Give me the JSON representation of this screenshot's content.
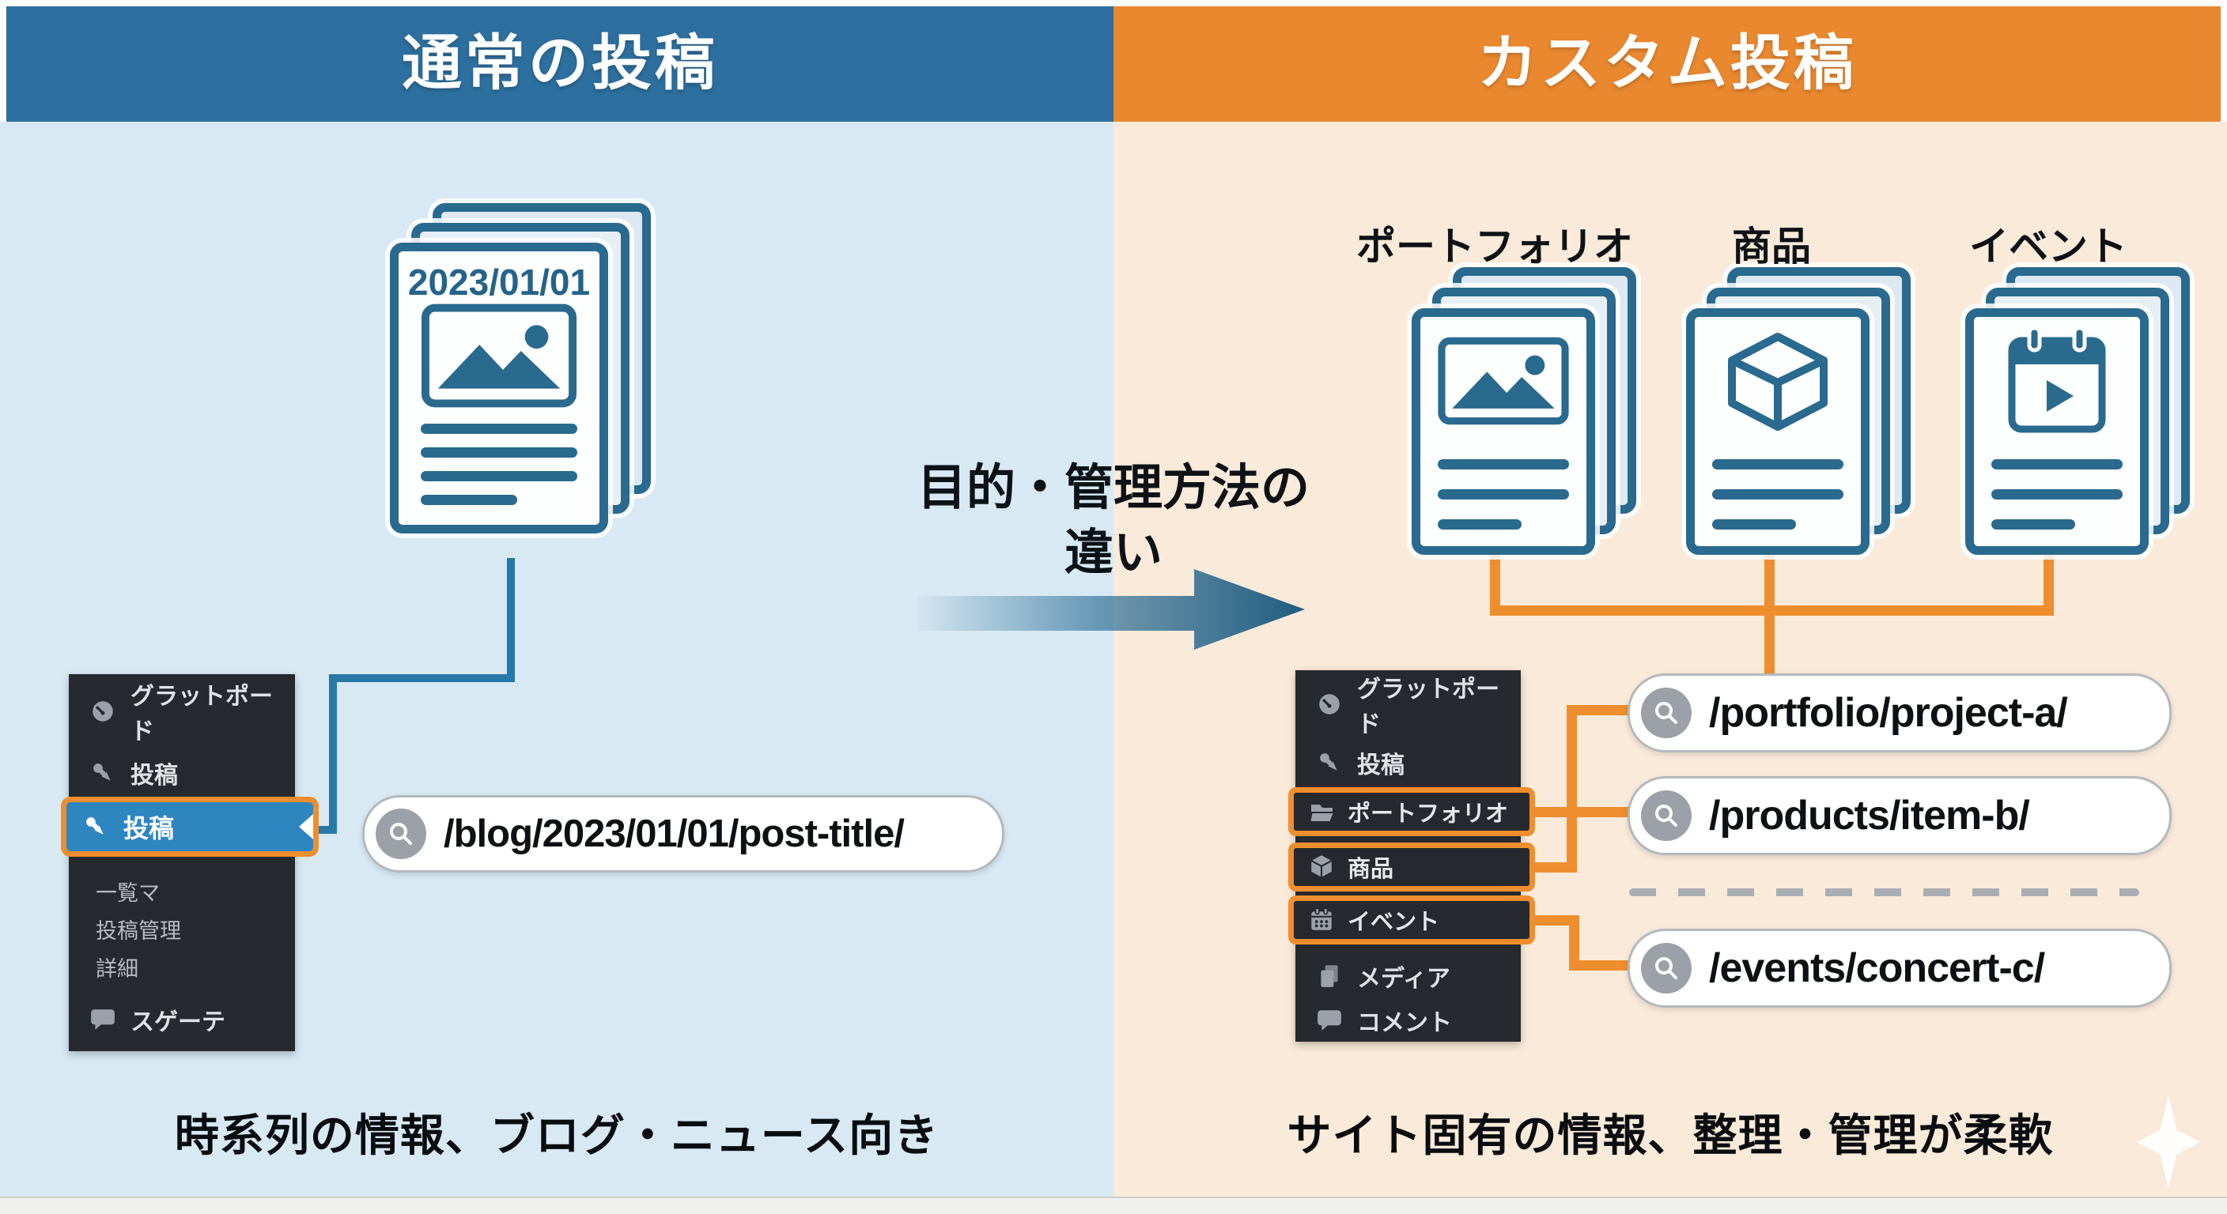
{
  "colors": {
    "left_accent": "#2d6f9e",
    "right_accent": "#e9882f",
    "card_ink": "#296a8e",
    "menu_bg": "#26292e",
    "highlight_blue": "#2e86c1",
    "line_blue": "#2878a8",
    "line_orange": "#ef8e2e",
    "bg_left": "#d8e9f4",
    "bg_right": "#faeada"
  },
  "left": {
    "header": "通常の投稿",
    "card": {
      "date": "2023/01/01",
      "icon": "image-placeholder-icon"
    },
    "menu": {
      "items": [
        {
          "label": "グラットポード",
          "icon": "dashboard"
        },
        {
          "label": "投稿",
          "icon": "pushpin"
        },
        {
          "label": "投稿",
          "icon": "pushpin",
          "highlighted": true
        },
        {
          "label": "一覧マ",
          "submenu": true
        },
        {
          "label": "投稿管理",
          "submenu": true
        },
        {
          "label": "詳細",
          "submenu": true
        },
        {
          "label": "スゲーテ",
          "icon": "comment"
        }
      ]
    },
    "url": "/blog/2023/01/01/post-title/",
    "caption": "時系列の情報、ブログ・ニュース向き"
  },
  "center": {
    "label_line1": "目的・管理方法の",
    "label_line2": "違い"
  },
  "right": {
    "header": "カスタム投稿",
    "card_labels": [
      "ポートフォリオ",
      "商品",
      "イベント"
    ],
    "card_icons": [
      "image-placeholder",
      "box",
      "calendar-play"
    ],
    "menu": {
      "items": [
        {
          "label": "グラットポード",
          "icon": "dashboard"
        },
        {
          "label": "投稿",
          "icon": "pushpin"
        },
        {
          "label": "ポートフォリオ",
          "icon": "folder",
          "outlined": true
        },
        {
          "label": "商品",
          "icon": "box",
          "outlined": true
        },
        {
          "label": "イベント",
          "icon": "calendar",
          "outlined": true
        },
        {
          "label": "メディア",
          "icon": "media"
        },
        {
          "label": "コメント",
          "icon": "comment"
        }
      ]
    },
    "urls": [
      "/portfolio/project-a/",
      "/products/item-b/",
      "/events/concert-c/"
    ],
    "caption": "サイト固有の情報、整理・管理が柔軟"
  }
}
